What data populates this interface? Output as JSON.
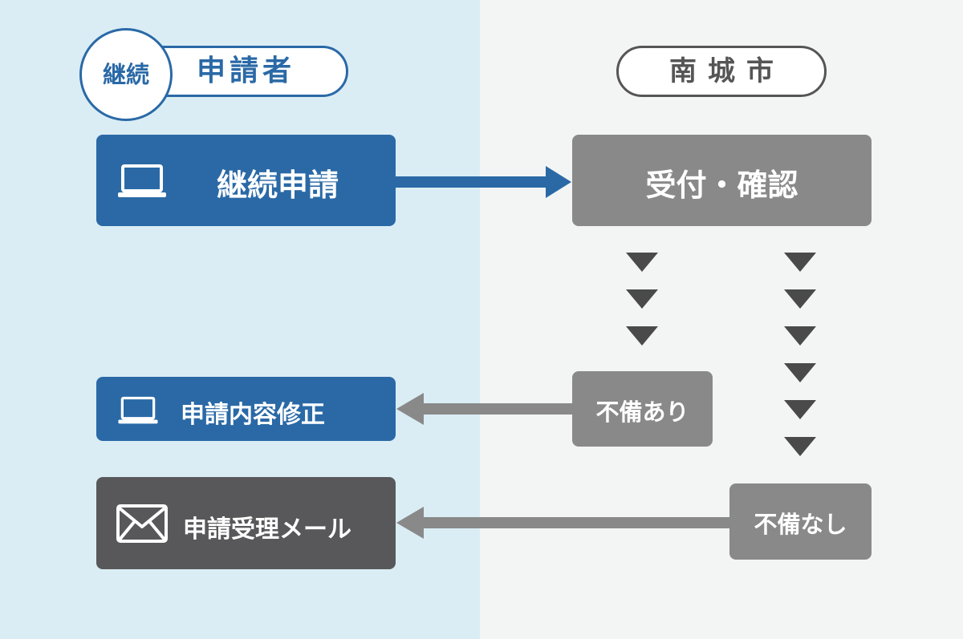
{
  "header": {
    "badge": "継続",
    "applicant": "申請者",
    "city": "南城市"
  },
  "steps": {
    "apply": "継続申請",
    "receive": "受付・確認",
    "deficient": "不備あり",
    "no_deficiency": "不備なし",
    "correction": "申請内容修正",
    "mail": "申請受理メール"
  },
  "colors": {
    "applicant_bg": "#DAEDF5",
    "city_bg": "#F3F5F5",
    "accent_blue": "#2A69A6",
    "grey_box": "#898989",
    "dark_box": "#58585A",
    "triangle": "#4A4A4A"
  },
  "icons": {
    "laptop": "laptop-icon",
    "mail": "mail-icon"
  }
}
